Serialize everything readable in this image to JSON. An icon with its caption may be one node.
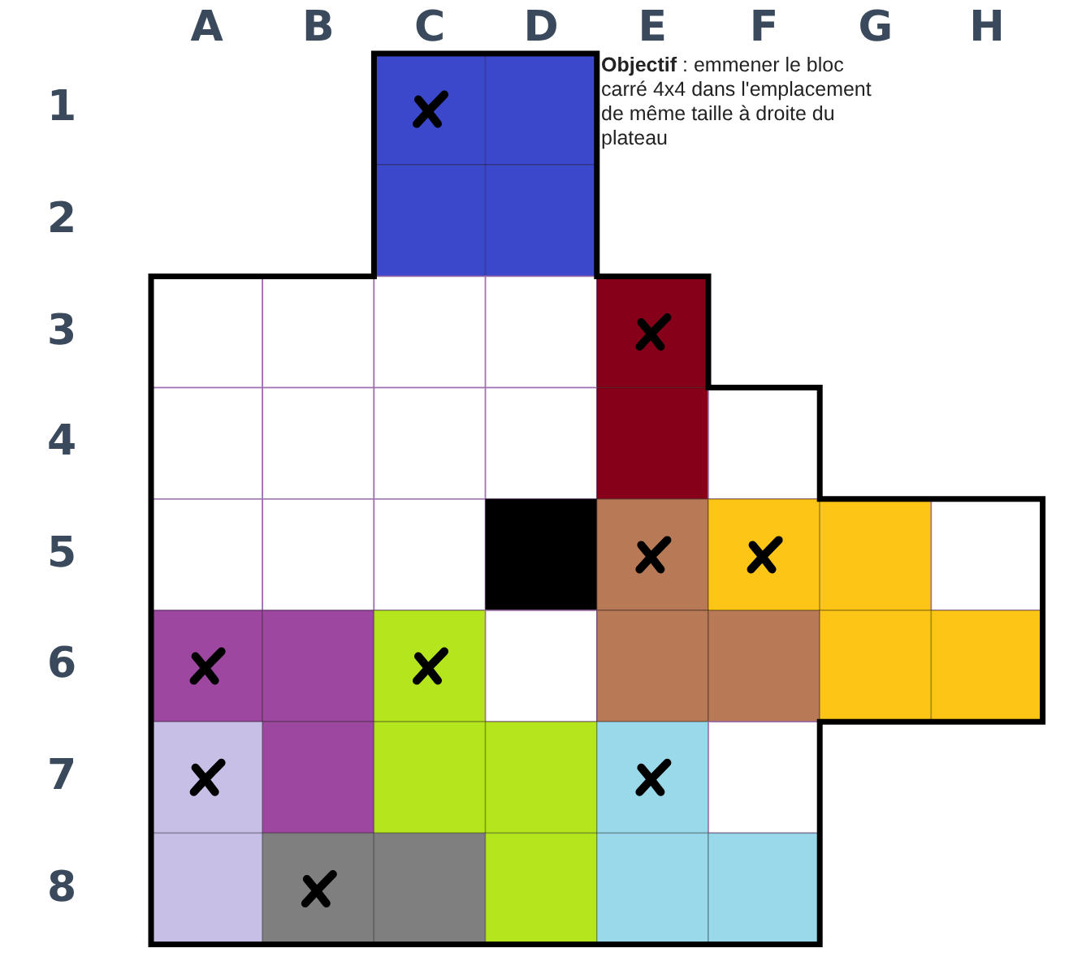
{
  "diagram": {
    "labels": [
      "A",
      "B",
      "C",
      "D",
      "E",
      "F",
      "G",
      "H",
      "**Objectif** : emmener le bloc carré 4x4 dans l'emplacement de même taille à droite du plateau",
      "1",
      "2",
      "3",
      "4",
      "5",
      "6",
      "7",
      "8"
    ]
  }
}
